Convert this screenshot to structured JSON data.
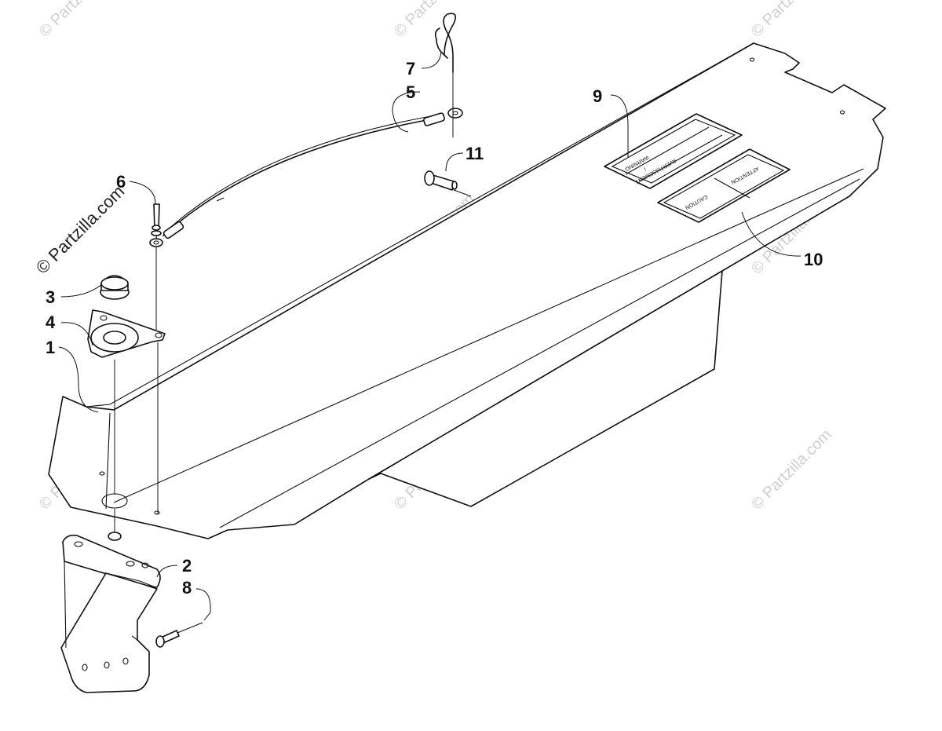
{
  "watermark": {
    "text": "© Partzilla.com",
    "main_text": "© Partzilla.com"
  },
  "callouts": {
    "c1": "1",
    "c2": "2",
    "c3": "3",
    "c4": "4",
    "c5": "5",
    "c6": "6",
    "c7": "7",
    "c8": "8",
    "c9": "9",
    "c10": "10",
    "c11": "11"
  },
  "decals": {
    "warning_label": {
      "line1": "WARNING",
      "line2": "AVERTISSEMENT",
      "line3": "!"
    },
    "caution_label": {
      "line1": "CAUTION",
      "line2": "ATTENTION"
    }
  }
}
